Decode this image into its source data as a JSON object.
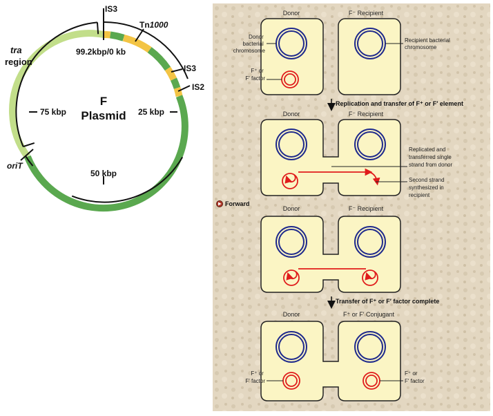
{
  "plasmid_map": {
    "title_line1": "F",
    "title_line2": "Plasmid",
    "labels": {
      "is3_top": "IS3",
      "tn_prefix": "Tn",
      "tn_suffix": "1000",
      "is3_right": "IS3",
      "is2": "IS2",
      "origin": "99.2kbp/0 kb",
      "kbp25": "25 kbp",
      "kbp50": "50 kbp",
      "kbp75": "75 kbp",
      "tra_line1": "tra",
      "tra_line2": "region",
      "oriT": "oriT"
    },
    "colors": {
      "dark_green": "#5aa84f",
      "light_green": "#c2de8a",
      "yellow": "#f3c444",
      "arc": "#111111"
    }
  },
  "conjugation": {
    "stage1": {
      "donor_header": "Donor",
      "recipient_header": "F⁻ Recipient",
      "donor_chromosome_label": [
        "Donor",
        "bacterial",
        "chromosome"
      ],
      "f_factor_label": [
        "F⁺ or",
        "F′ factor"
      ],
      "recipient_chromosome_label": [
        "Recipient bacterial",
        "chromosome"
      ]
    },
    "step1_caption": "Replication and transfer of F⁺ or F′ element",
    "stage2": {
      "donor_header": "Donor",
      "recipient_header": "F⁻ Recipient",
      "replicated_label": [
        "Replicated and",
        "transferred single",
        "strand from donor"
      ],
      "second_strand_label": [
        "Second strand",
        "synthesized in",
        "recipient"
      ]
    },
    "forward_label": "Forward",
    "stage3": {
      "donor_header": "Donor",
      "recipient_header": "F⁻ Recipient"
    },
    "step2_caption": "Transfer of F⁺ or F′ factor complete",
    "stage4": {
      "donor_header": "Donor",
      "recipient_header": "F⁺ or F′ Conjugant",
      "left_factor_label": [
        "F⁺ or",
        "F′ factor"
      ],
      "right_factor_label": [
        "F⁺ or",
        "F′ factor"
      ]
    },
    "colors": {
      "cell_fill": "#fbf5c4",
      "cell_stroke": "#222222",
      "chromosome": "#1f2a8c",
      "plasmid": "#e01b1b",
      "background": "#e3d7c1"
    }
  }
}
